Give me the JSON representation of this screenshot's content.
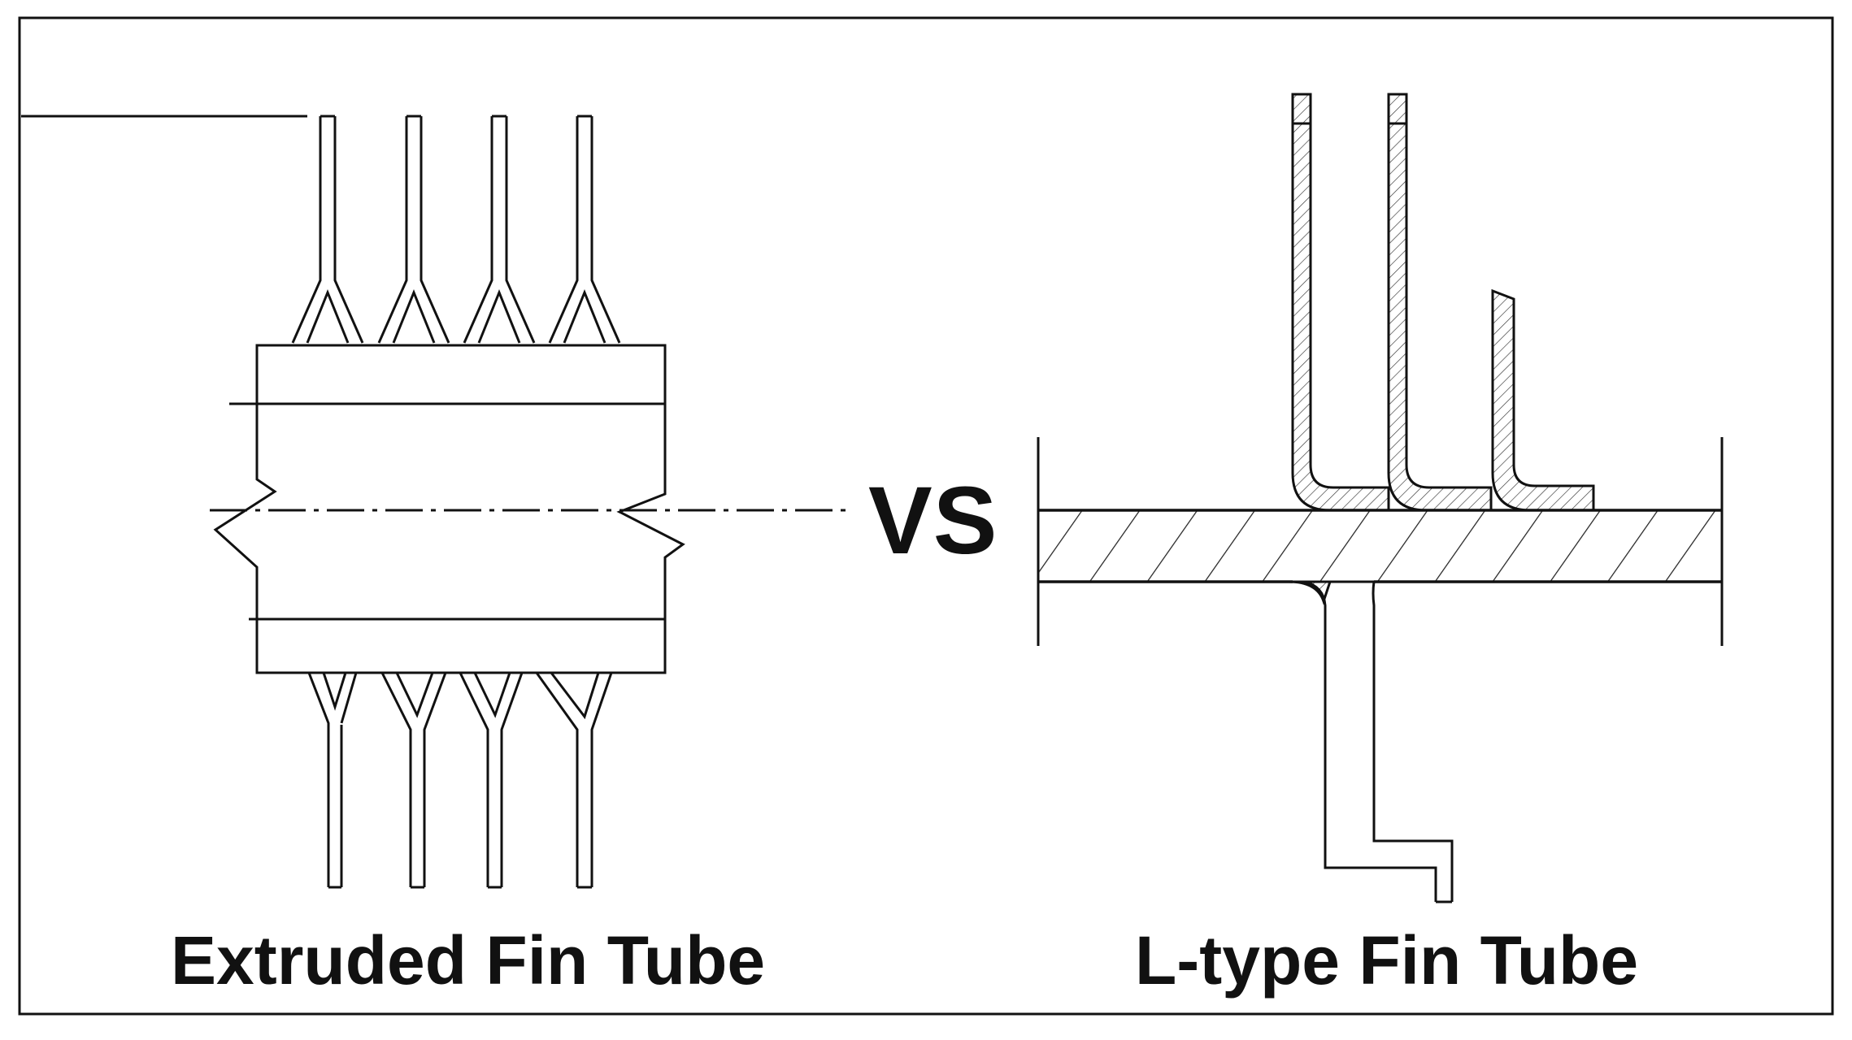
{
  "diagram": {
    "left_label": "Extruded Fin Tube",
    "right_label": "L-type Fin Tube",
    "vs_label": "VS"
  },
  "colors": {
    "stroke": "#111111",
    "background": "#ffffff",
    "hatch": "#333333"
  }
}
